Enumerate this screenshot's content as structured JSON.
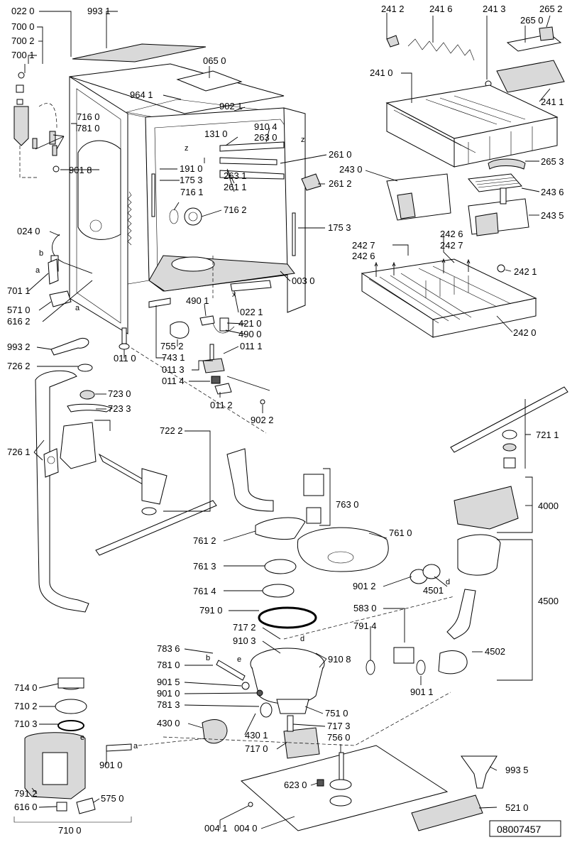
{
  "labels": {
    "l0220": "022 0",
    "l9931": "993 1",
    "l7000": "700 0",
    "l7002": "700 2",
    "l7001": "700 1",
    "l0650": "065 0",
    "l9641": "964 1",
    "l9021": "902 1",
    "l9104": "910 4",
    "l2630": "263 0",
    "l7160": "716 0",
    "l7810": "781 0",
    "l1310": "131 0",
    "l9018": "901 8",
    "l1910": "191 0",
    "l1753a": "175 3",
    "l2631": "263 1",
    "l2611": "261 1",
    "l2610": "261 0",
    "l2612": "261 2",
    "l7161": "716 1",
    "l7162": "716 2",
    "l1753b": "175 3",
    "l0240": "024 0",
    "l0030": "003 0",
    "l7011": "701 1",
    "l4901": "490 1",
    "l0221": "022 1",
    "l5710": "571 0",
    "l4210": "421 0",
    "l6162": "616 2",
    "l4900": "490 0",
    "l7552": "755 2",
    "l0111": "011 1",
    "l9932": "993 2",
    "l0110": "011 0",
    "l7431": "743 1",
    "l0113": "011 3",
    "l0114": "011 4",
    "l0112": "011 2",
    "l9022": "902 2",
    "l7262": "726 2",
    "l7230": "723 0",
    "l7233": "723 3",
    "l7222": "722 2",
    "l7261": "726 1",
    "l2412": "241 2",
    "l2416": "241 6",
    "l2413": "241 3",
    "l2652": "265 2",
    "l2650": "265 0",
    "l2410": "241 0",
    "l2411": "241 1",
    "l2653": "265 3",
    "l2430": "243 0",
    "l2436": "243 6",
    "l2435": "243 5",
    "l2426a": "242 6",
    "l2427a": "242 7",
    "l2427b": "242 7",
    "l2426b": "242 6",
    "l2421": "242 1",
    "l2420": "242 0",
    "l7211": "721 1",
    "l4000": "4000",
    "l7630": "763 0",
    "l7610": "761 0",
    "l7612": "761 2",
    "l7613": "761 3",
    "l7614": "761 4",
    "l9012": "901 2",
    "l4501": "4501",
    "l4500": "4500",
    "l7910": "791 0",
    "l5830": "583 0",
    "l7172": "717 2",
    "l7914": "791 4",
    "l9103": "910 3",
    "l7836": "783 6",
    "l9108": "910 8",
    "l4502": "4502",
    "l7810b": "781 0",
    "l9015": "901 5",
    "l9010": "901 0",
    "l9011": "901 1",
    "l7813": "781 3",
    "l7510": "751 0",
    "l4300": "430 0",
    "l4301": "430 1",
    "l7173": "717 3",
    "l7170": "717 0",
    "l7560": "756 0",
    "l7140": "714 0",
    "l7102": "710 2",
    "l7103": "710 3",
    "l9010b": "901 0",
    "l9935": "993 5",
    "l6230": "623 0",
    "l7912": "791 2",
    "l6160": "616 0",
    "l5750": "575 0",
    "l5210": "521 0",
    "l7100": "710 0",
    "l0041": "004 1",
    "l0040": "004 0",
    "lmark_a1": "a",
    "lmark_b1": "b",
    "lmark_a2": "a",
    "lmark_z1": "z",
    "lmark_z2": "z",
    "lmark_x": "x",
    "lmark_d1": "d",
    "lmark_d2": "d",
    "lmark_e1": "e",
    "lmark_b2": "b",
    "lmark_e2": "e",
    "lmark_a3": "a"
  },
  "document_number": "08007457"
}
